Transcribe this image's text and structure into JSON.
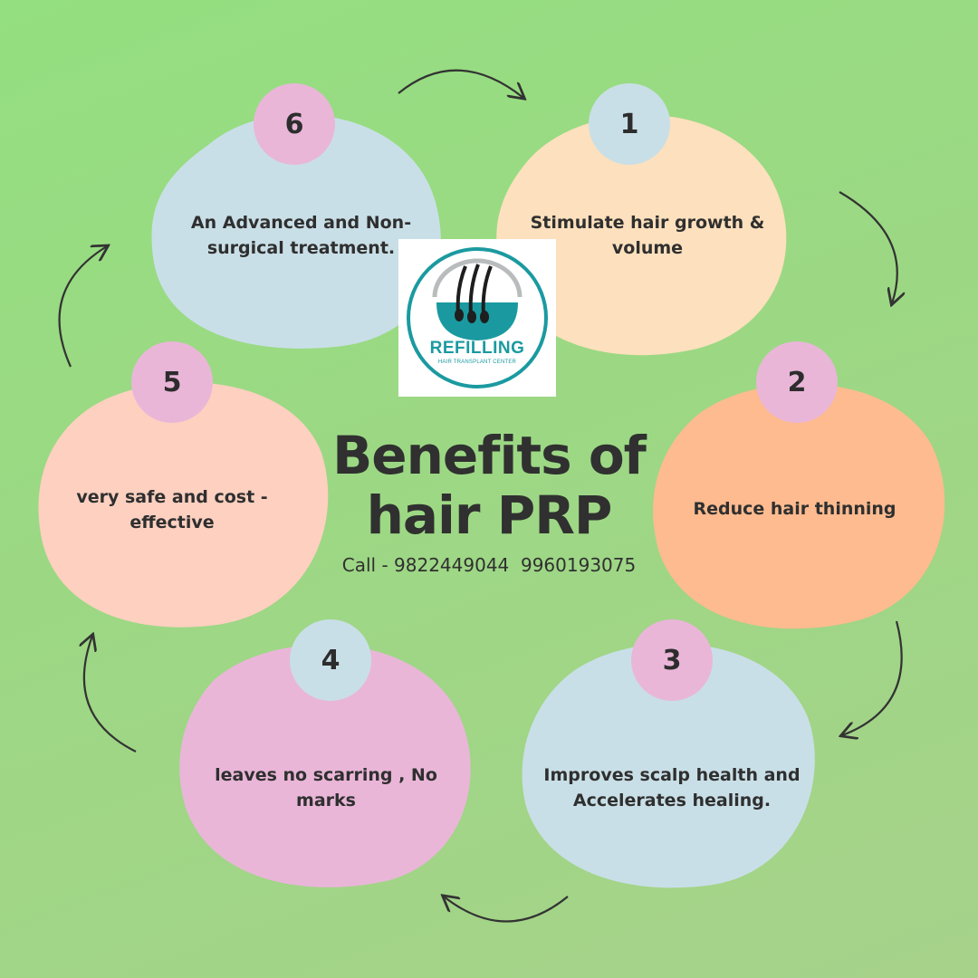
{
  "title": {
    "line1": "Benefits of",
    "line2": "hair PRP"
  },
  "contact": "Call - 9822449044  9960193075",
  "logo": {
    "name": "REFILLING",
    "tagline": "HAIR TRANSPLANT CENTER",
    "color": "#1a9aa0"
  },
  "steps": [
    {
      "number": "1",
      "text": "Stimulate hair growth & volume",
      "fill": "#fde0bd",
      "badge": "#c9dfe7"
    },
    {
      "number": "2",
      "text": "Reduce hair thinning",
      "fill": "#fdbb8f",
      "badge": "#e9b6d8"
    },
    {
      "number": "3",
      "text": "Improves scalp health and Accelerates healing.",
      "fill": "#c9dfe7",
      "badge": "#e9b6d8"
    },
    {
      "number": "4",
      "text": "leaves no scarring , No marks",
      "fill": "#e9b6d8",
      "badge": "#c9dfe7"
    },
    {
      "number": "5",
      "text": "very safe and cost - effective",
      "fill": "#fdd0c0",
      "badge": "#e9b6d8"
    },
    {
      "number": "6",
      "text": "An Advanced and Non-surgical treatment.",
      "fill": "#c9dfe7",
      "badge": "#e9b6d8"
    }
  ]
}
